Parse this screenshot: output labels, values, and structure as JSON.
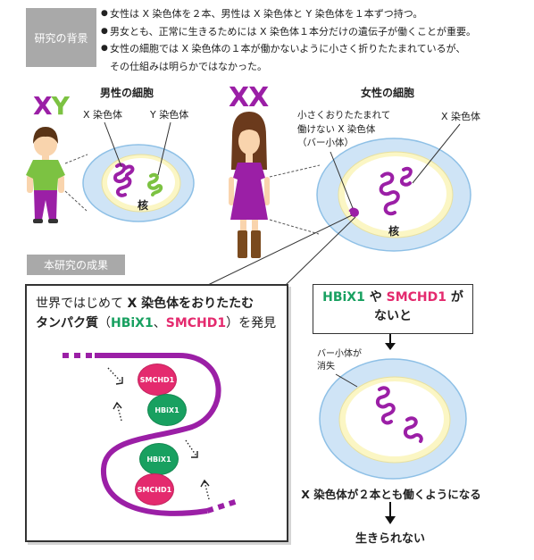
{
  "background": {
    "label": "研究の背景",
    "bullets": [
      {
        "lines": [
          "女性は X 染色体を２本、男性は X 染色体と Y 染色体を１本ずつ持つ。"
        ]
      },
      {
        "lines": [
          "男女とも、正常に生きるためには X 染色体１本分だけの遺伝子が働くことが重要。"
        ]
      },
      {
        "lines": [
          "女性の細胞では X 染色体の１本が働かないように小さく折りたたまれているが、",
          "その仕組みは明らかではなかった。"
        ]
      }
    ]
  },
  "male": {
    "karyotype_x": "X",
    "karyotype_y": "Y",
    "cell_title": "男性の細胞",
    "x_chromosome_label": "X 染色体",
    "y_chromosome_label": "Y 染色体",
    "nucleus_label": "核"
  },
  "female": {
    "karyotype": "XX",
    "cell_title": "女性の細胞",
    "barr_body_label": [
      "小さくおりたたまれて",
      "働けない X 染色体",
      "（バー小体）"
    ],
    "x_chromosome_label": "X 染色体",
    "nucleus_label": "核"
  },
  "results": {
    "label": "本研究の成果",
    "headline": {
      "line1_plain": "世界ではじめて ",
      "line1_bold": "X 染色体をおりたたむ",
      "line2_bold": "タンパク質",
      "line2_open": "（",
      "protein_a": "HBiX1",
      "separator": "、",
      "protein_b": "SMCHD1",
      "line2_close": "）を発見"
    },
    "proteins": {
      "smchd1": "SMCHD1",
      "hbix1": "HBiX1"
    }
  },
  "outcome": {
    "condition": {
      "protein_a": "HBiX1",
      "connector": " や ",
      "protein_b": "SMCHD1",
      "suffix": " が",
      "line2": "ないと"
    },
    "barr_body_lost": [
      "バー小体が",
      "消失"
    ],
    "consequence": "X 染色体が２本とも働くようになる",
    "result": "生きられない"
  },
  "colors": {
    "chromosome_purple": "#9b1fa6",
    "y_green": "#7cc242",
    "protein_pink": "#e42a6e",
    "protein_green": "#18a060",
    "label_gray": "#a9a9a9",
    "cell_fill": "#cfe4f6",
    "cell_stroke": "#8ec0e6",
    "nucleus_ring": "#fbf6c4"
  }
}
